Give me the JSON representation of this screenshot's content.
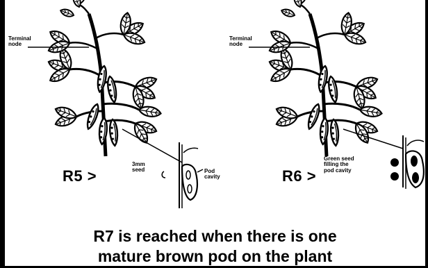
{
  "left_diagram": {
    "terminal_node_label": "Terminal\nnode",
    "stage_label": "R5 >",
    "seed_label": "3mm\nseed",
    "pod_label": "Pod\ncavity"
  },
  "right_diagram": {
    "terminal_node_label": "Terminal\nnode",
    "stage_label": "R6 >",
    "green_seed_label": "Green seed\nfilling the\npod cavity"
  },
  "caption": {
    "line1": "R7 is reached when there is one",
    "line2": "mature brown pod on the plant"
  },
  "colors": {
    "ink": "#000000",
    "background": "#ffffff"
  }
}
